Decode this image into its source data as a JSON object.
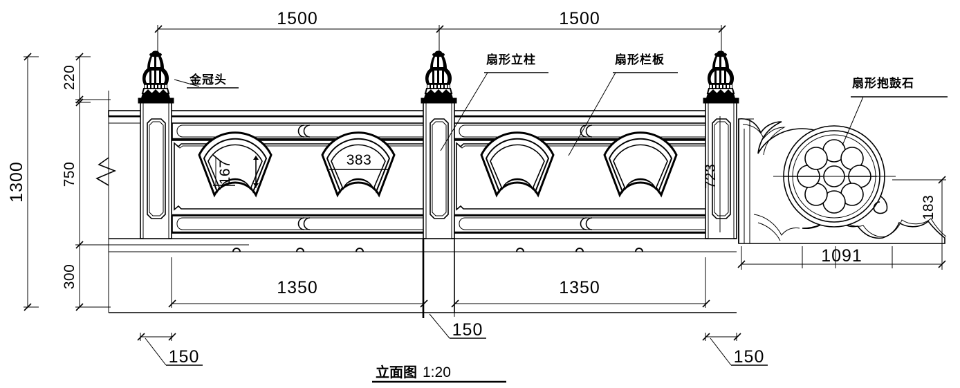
{
  "drawing": {
    "title_cn": "立面图",
    "title_scale": "1:20",
    "type": "architectural-elevation",
    "subject": "Chinese stone balustrade / railing elevation"
  },
  "labels": [
    {
      "id": "finial",
      "text": "金冠头",
      "meaning": "gold crown finial"
    },
    {
      "id": "post",
      "text": "扇形立柱",
      "meaning": "fan-shaped post"
    },
    {
      "id": "panel",
      "text": "扇形栏板",
      "meaning": "fan-shaped railing panel"
    },
    {
      "id": "drum_stone",
      "text": "扇形抱鼓石",
      "meaning": "fan-shaped drum stone"
    }
  ],
  "dimensions": {
    "top": [
      {
        "value": "1500"
      },
      {
        "value": "1500"
      }
    ],
    "left_overall": {
      "value": "1300"
    },
    "left_stack": [
      {
        "value": "220"
      },
      {
        "value": "750"
      },
      {
        "value": "300"
      }
    ],
    "bottom_spans": [
      {
        "value": "1350"
      },
      {
        "value": "1350"
      }
    ],
    "post_widths": [
      {
        "value": "150",
        "location": "left-post"
      },
      {
        "value": "150",
        "location": "middle-post"
      },
      {
        "value": "150",
        "location": "right-post"
      }
    ],
    "panel_fan": [
      {
        "value": "167",
        "orientation": "vertical"
      },
      {
        "value": "383",
        "orientation": "horizontal"
      }
    ],
    "right_post_height": {
      "value": "723"
    },
    "drum_stone_width": {
      "value": "1091"
    },
    "drum_stone_tail_height": {
      "value": "183"
    }
  },
  "colors": {
    "line": "#000000",
    "background": "#ffffff"
  }
}
